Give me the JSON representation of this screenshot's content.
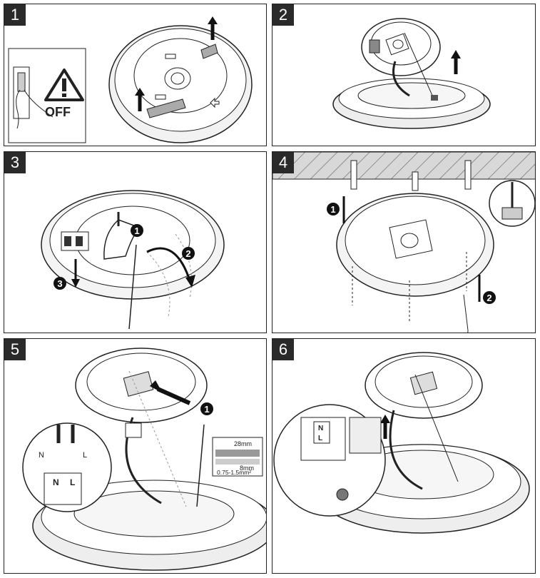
{
  "steps": [
    {
      "number": "1",
      "off_label": "OFF"
    },
    {
      "number": "2"
    },
    {
      "number": "3",
      "callouts": [
        "1",
        "2",
        "3"
      ]
    },
    {
      "number": "4",
      "callouts": [
        "1",
        "2"
      ]
    },
    {
      "number": "5",
      "callouts": [
        "1"
      ],
      "terminal_labels": {
        "n": "N",
        "l": "L"
      },
      "wire_spec": {
        "strip_length": "28mm",
        "insulation_length": "8mm",
        "cross_section": "0.75-1.5mm²"
      }
    },
    {
      "number": "6",
      "terminal_labels": {
        "n": "N",
        "l": "L"
      }
    }
  ]
}
